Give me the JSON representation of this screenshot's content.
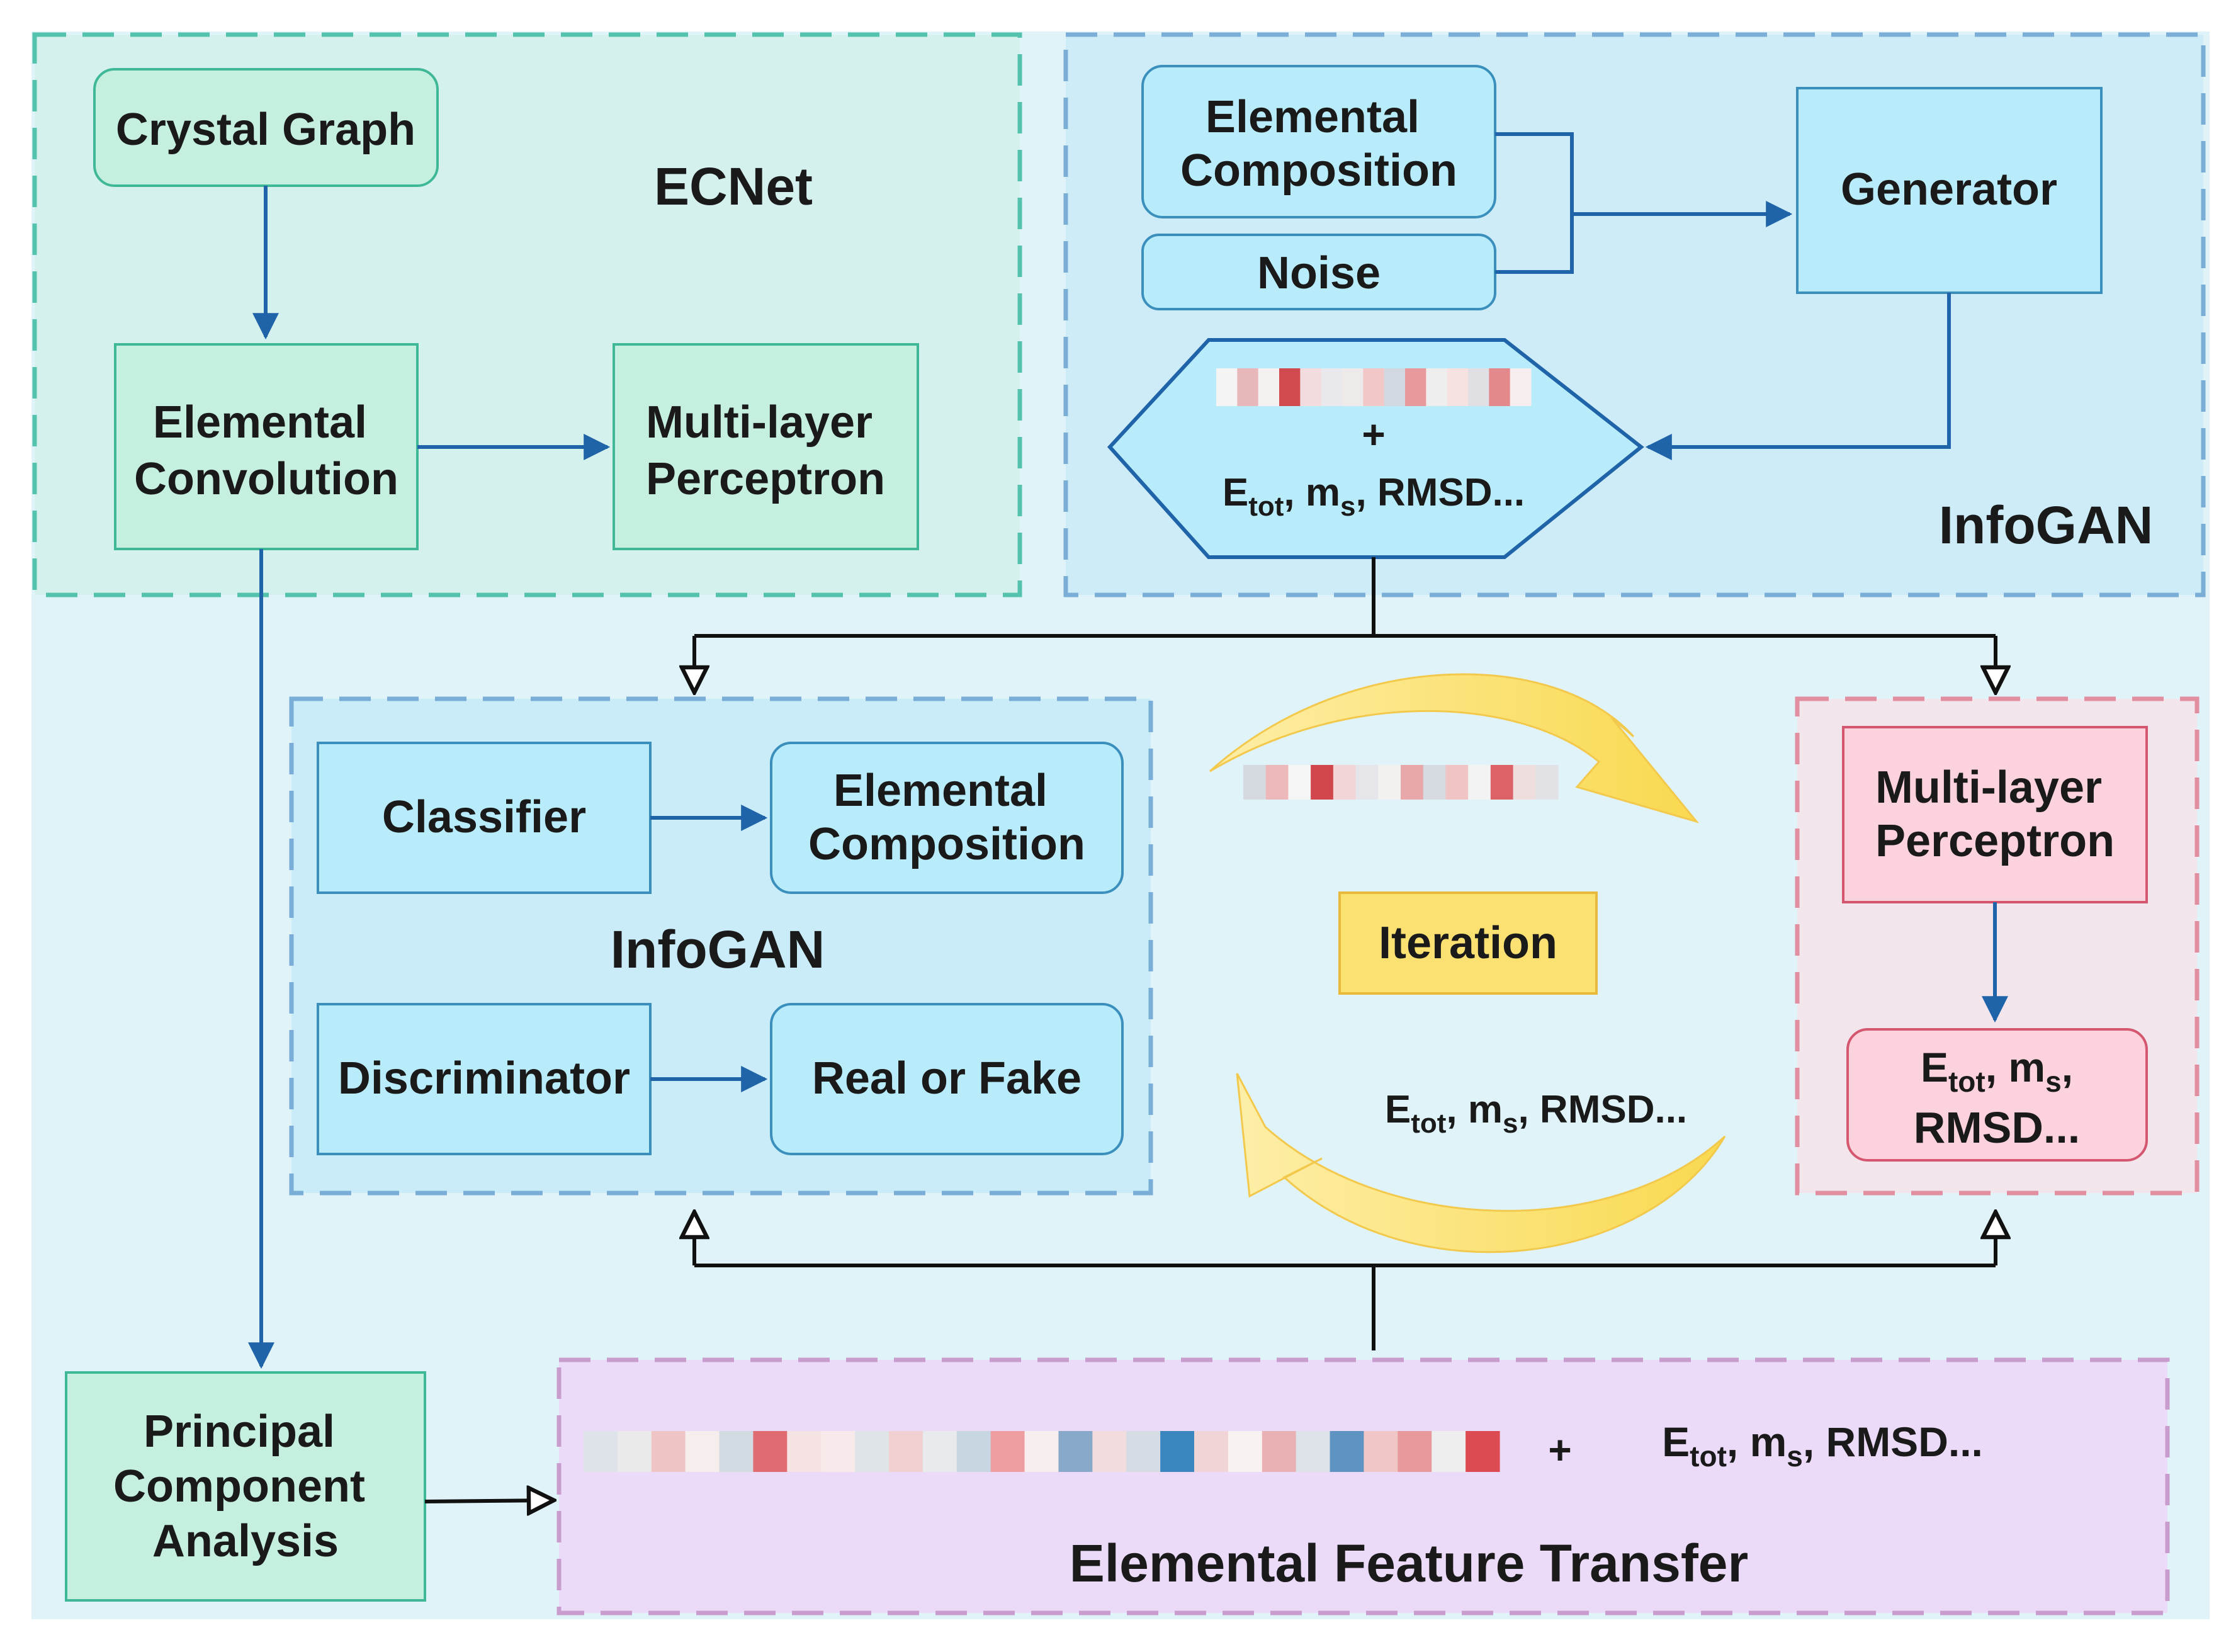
{
  "ecnet": {
    "title": "ECNet",
    "crystal_graph": "Crystal Graph",
    "elemental_convolution": [
      "Elemental",
      "Convolution"
    ],
    "mlp": [
      "Multi-layer",
      "Perceptron"
    ]
  },
  "infogan_top": {
    "title": "InfoGAN",
    "elemental_composition": [
      "Elemental",
      "Composition"
    ],
    "noise": "Noise",
    "generator": "Generator",
    "hex_plus": "+",
    "props": {
      "e": "E",
      "e_sub": "tot",
      "sep1": ", m",
      "m_sub": "s",
      "rest": ", RMSD..."
    }
  },
  "infogan_mid": {
    "title": "InfoGAN",
    "classifier": "Classifier",
    "elemental_composition": [
      "Elemental",
      "Composition"
    ],
    "discriminator": "Discriminator",
    "real_or_fake": "Real or Fake"
  },
  "iteration": {
    "label": "Iteration",
    "props": {
      "e": "E",
      "e_sub": "tot",
      "sep1": ", m",
      "m_sub": "s",
      "rest": ", RMSD..."
    }
  },
  "mlp_right": {
    "title": [
      "Multi-layer",
      "Perceptron"
    ],
    "out_line1": {
      "e": "E",
      "e_sub": "tot",
      "sep1": ", m",
      "m_sub": "s",
      "tail": ","
    },
    "out_line2": "RMSD..."
  },
  "pca": [
    "Principal",
    "Component",
    "Analysis"
  ],
  "eft": {
    "title": "Elemental Feature Transfer",
    "plus": "+",
    "props": {
      "e": "E",
      "e_sub": "tot",
      "sep1": ", m",
      "m_sub": "s",
      "rest": ", RMSD..."
    }
  },
  "colors": {
    "background": "#e0f3f9",
    "ecnet_panel": "#d5f1ee",
    "ecnet_box": "#c5efde",
    "ecnet_stroke": "#3fb898",
    "infogan_panel": "#cdecf7",
    "infogan_box": "#b9ecfa",
    "infogan_stroke": "#3a8fbd",
    "mlp_panel": "#f2e6ec",
    "mlp_box": "#fcd3dc",
    "mlp_stroke": "#d4566f",
    "eft_panel": "#ebdaf8",
    "eft_stroke": "#c89ccc",
    "iteration_box": "#fbe172",
    "arrow_blue": "#1f63a8",
    "arrow_yellow": "#fbe07a"
  },
  "feature_strips": {
    "hex": [
      "#f4f4f4",
      "#e8b7b9",
      "#f6f1f1",
      "#d14a50",
      "#f3dcdd",
      "#e9e9ed",
      "#efeaea",
      "#f2c7c8",
      "#d2d8df",
      "#e79a9c",
      "#eeeeee",
      "#f7e2e2",
      "#dfdfe4",
      "#e3888b",
      "#f6eeee"
    ],
    "iteration": [
      "#d4dae0",
      "#ecb8ba",
      "#f5f5f5",
      "#d2474d",
      "#f2d6d7",
      "#e6e6ea",
      "#f3f0f0",
      "#e8a8aa",
      "#d6dbe1",
      "#f0c4c5",
      "#f3f3f3",
      "#dc6267",
      "#eedede",
      "#e2e2e6"
    ],
    "eft": [
      "#dde3e8",
      "#eaeaea",
      "#efc4c5",
      "#f6eded",
      "#d3dbe2",
      "#e06b70",
      "#f5e3e3",
      "#f8eaea",
      "#dfe4e9",
      "#f0d0d1",
      "#e8eaec",
      "#c8d6e2",
      "#ee9ea0",
      "#f7efef",
      "#88a9c9",
      "#f2dcdd",
      "#d6dce3",
      "#3c86c0",
      "#f1d4d5",
      "#f9f2f2",
      "#e9b1b3",
      "#dde2e8",
      "#5e93c2",
      "#f0c6c7",
      "#e8999c",
      "#eeeeee",
      "#dd4b52"
    ]
  }
}
